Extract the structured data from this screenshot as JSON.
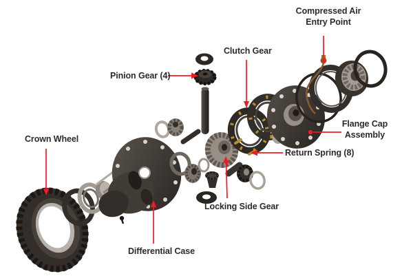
{
  "diagram": {
    "subject": "Air locking differential exploded parts diagram"
  },
  "labels": {
    "compressed_air": "Compressed Air\nEntry Point",
    "pinion_gear": "Pinion Gear (4)",
    "clutch_gear": "Clutch Gear",
    "crown_wheel": "Crown Wheel",
    "flange_cap": "Flange Cap\nAssembly",
    "return_spring": "Return Spring (8)",
    "locking_side_gear": "Locking Side Gear",
    "differential_case": "Differential Case"
  },
  "colors": {
    "background": "#ffffff",
    "label_text": "#2d2a2b",
    "leader_red": "#ec1c24",
    "part_dark": "#332e2a",
    "part_silver": "#a39c93",
    "brass": "#b78c33"
  }
}
